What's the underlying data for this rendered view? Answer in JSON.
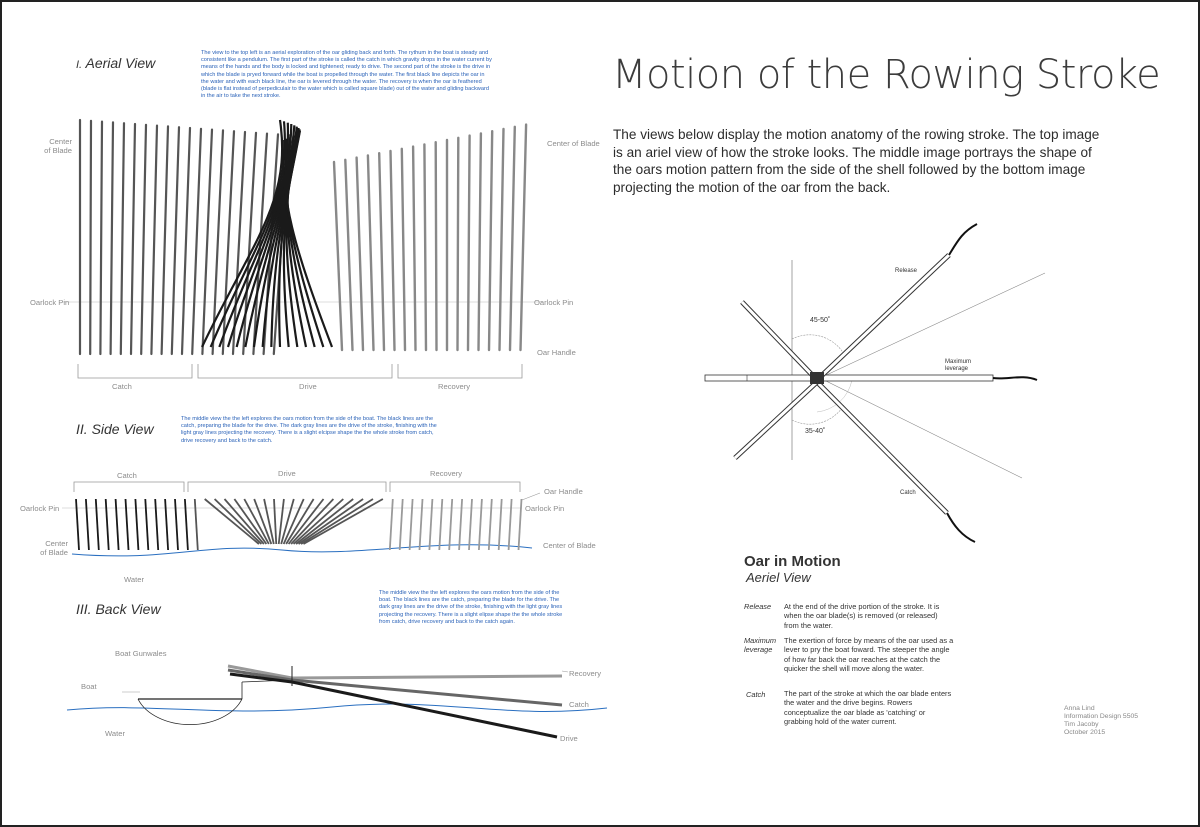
{
  "title": "Motion of the Rowing Stroke",
  "intro": "The views below display the motion anatomy of the rowing stroke. The top image is an ariel view of how the stroke looks. The middle image portrays the shape of the oars motion pattern from the side of the shell followed by the bottom image projecting the motion of the oar from the back.",
  "aerial": {
    "roman": "I.",
    "title": "Aerial View",
    "description": "The view to the top left is an aerial exploration of the oar gliding back and forth. The rythum in the boat is steady and consistent like a pendulum. The first part of the stroke is called the catch in which gravity drops in the water current by means of the hands and the body is locked and tightened; ready to drive. The second part of the stroke is the drive in which the blade is pryed forward while the boat is propelled through the water. The first black line depicts the oar in the water and with each black line, the oar is levered through the water. The recovery is when the oar is feathered (blade is flat instead of perpediculair to the water which is called square blade) out of the water and gliding backward in the air to take the next stroke.",
    "label_center_blade_left": "Center\nof Blade",
    "label_center_blade_right": "Center of Blade",
    "label_oarlock_left": "Oarlock Pin",
    "label_oarlock_right": "Oarlock Pin",
    "label_oar_handle": "Oar Handle",
    "phase_catch": "Catch",
    "phase_drive": "Drive",
    "phase_recovery": "Recovery"
  },
  "side": {
    "roman": "II.",
    "title": "Side View",
    "description": "The middle view the the left explores the oars motion from the side of the boat. The black lines are the catch, preparing the blade for the drive. The dark gray  lines are the drive of the stroke, finishing with the light gray lines projecting the recovery. There is a slight elcipse shape the the whole stroke from catch, drive recovery and back to the catch.",
    "phase_catch": "Catch",
    "phase_drive": "Drive",
    "phase_recovery": "Recovery",
    "label_oar_handle": "Oar Handle",
    "label_oarlock_left": "Oarlock Pin",
    "label_oarlock_right": "Oarlock Pin",
    "label_center_blade_left": "Center\nof Blade",
    "label_center_blade_right": "Center of Blade",
    "label_water": "Water"
  },
  "back": {
    "roman": "III.",
    "title": "Back View",
    "description": "The middle view the the left explores the oars motion from the side of the boat. The black lines are the catch, preparing the blade for the drive. The dark gray  lines are the drive of the stroke, finishing with the light gray lines projecting the recovery. There is a slight elipse shape the the whole stroke from catch, drive recovery and back to the catch again.",
    "label_boat_gunwales": "Boat Gunwales",
    "label_boat": "Boat",
    "label_water": "Water",
    "label_recovery": "Recovery",
    "label_catch": "Catch",
    "label_drive": "Drive"
  },
  "motion_diagram": {
    "label_release": "Release",
    "label_max_leverage": "Maximum\nleverage",
    "label_catch": "Catch",
    "angle_top": "45-50˚",
    "angle_bottom": "35-40˚"
  },
  "legend": {
    "title": "Oar in Motion",
    "subtitle": "Aeriel View",
    "items": [
      {
        "term": "Release",
        "definition": "At the end of the drive portion of the stroke. It is when the oar blade(s) is removed (or released) from the water."
      },
      {
        "term": "Maximum\nleverage",
        "definition": "The exertion of force by means of the oar used as a lever to pry the boat foward. The steeper the angle of how far back the oar reaches at the catch the quicker the shell will move along the water."
      },
      {
        "term": "Catch",
        "definition": "The part of the stroke at which the oar blade enters the water and the drive begins. Rowers conceptualize the oar blade as 'catching' or grabbing hold of the water current."
      }
    ]
  },
  "credits": {
    "name": "Anna Lind",
    "course": "Information Design 5505",
    "instructor": "Tim Jacoby",
    "date": "October 2015"
  },
  "colors": {
    "blue_text": "#2a62b8",
    "water": "#2a6fc0",
    "catch_oar": "#1a1a1a",
    "drive_oar": "#555555",
    "recovery_oar": "#9a9a9a"
  }
}
